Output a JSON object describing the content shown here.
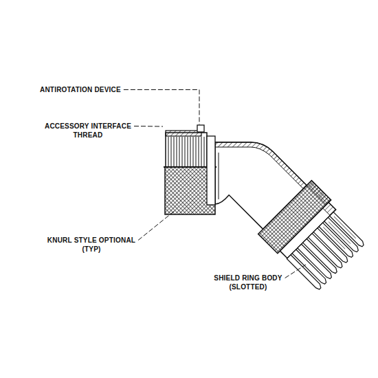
{
  "diagram": {
    "labels": [
      "ANTIROTATION DEVICE",
      "ACCESSORY INTERFACE THREAD",
      "KNURL STYLE OPTIONAL (TYP)",
      "SHIELD RING BODY (SLOTTED)"
    ]
  }
}
